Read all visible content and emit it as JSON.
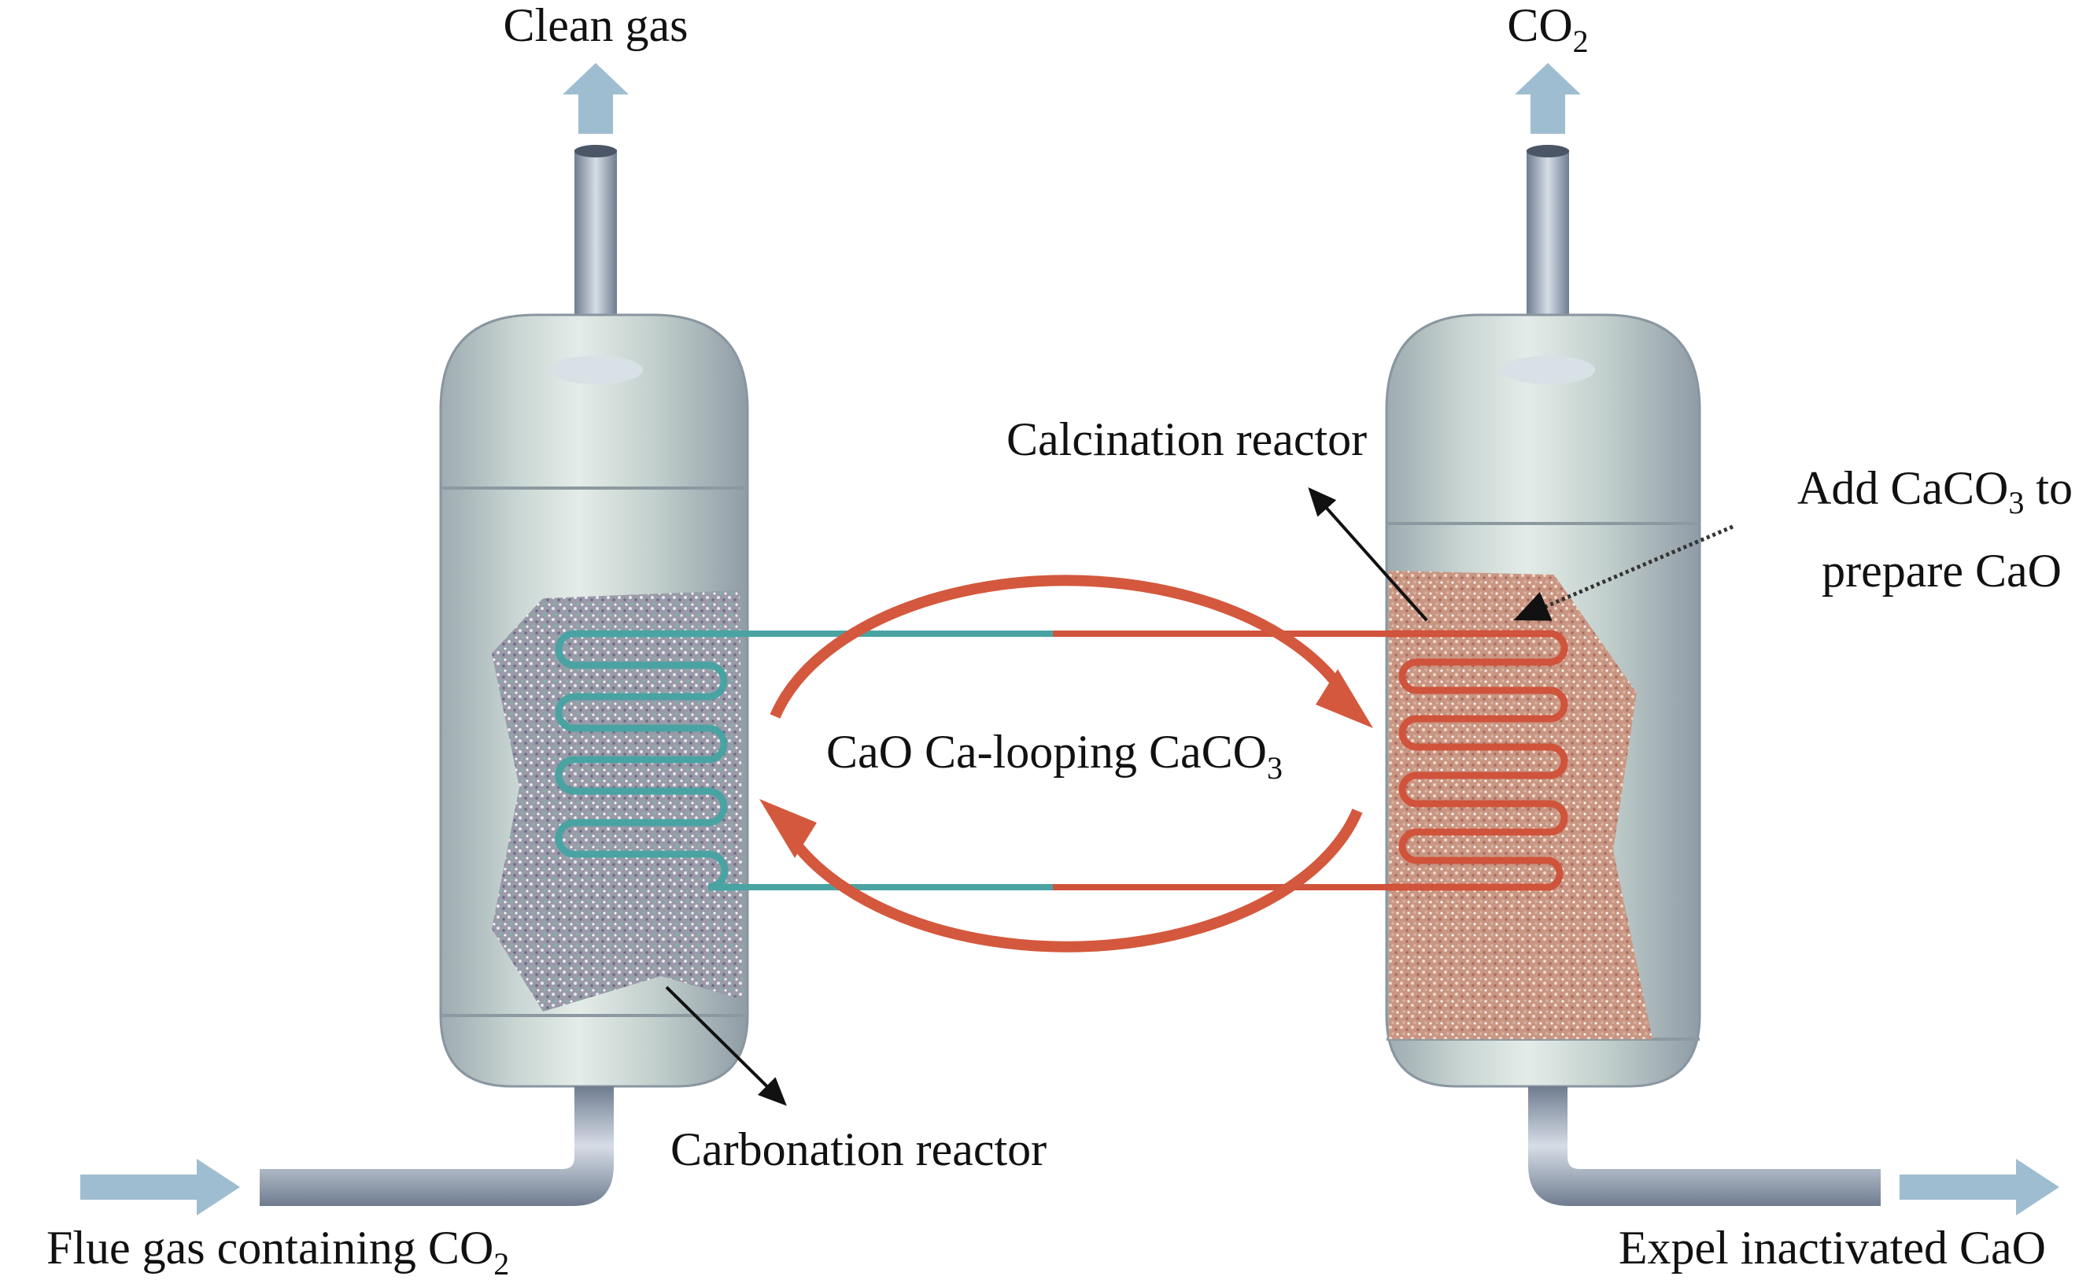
{
  "labels": {
    "clean_gas": "Clean gas",
    "co2_out": {
      "main": "CO",
      "sub": "2"
    },
    "calcination_reactor": "Calcination reactor",
    "add_caco3": {
      "line1_a": "Add CaCO",
      "line1_sub": "3",
      "line1_b": " to",
      "line2": "prepare CaO"
    },
    "ca_looping": {
      "a": "CaO Ca-looping CaCO",
      "sub": "3"
    },
    "carbonation_reactor": "Carbonation reactor",
    "flue_gas": {
      "main": "Flue gas containing CO",
      "sub": "2"
    },
    "expel": "Expel inactivated CaO"
  },
  "colors": {
    "tank": "#b9c6c4",
    "tank_light": "#dfe8e6",
    "teal_coil": "#4aa3a3",
    "red_coil": "#d0533b",
    "arrow_blue": "#9fbdd0",
    "loop_arrow": "#d4583d",
    "pipe": "#8f9cb0"
  }
}
